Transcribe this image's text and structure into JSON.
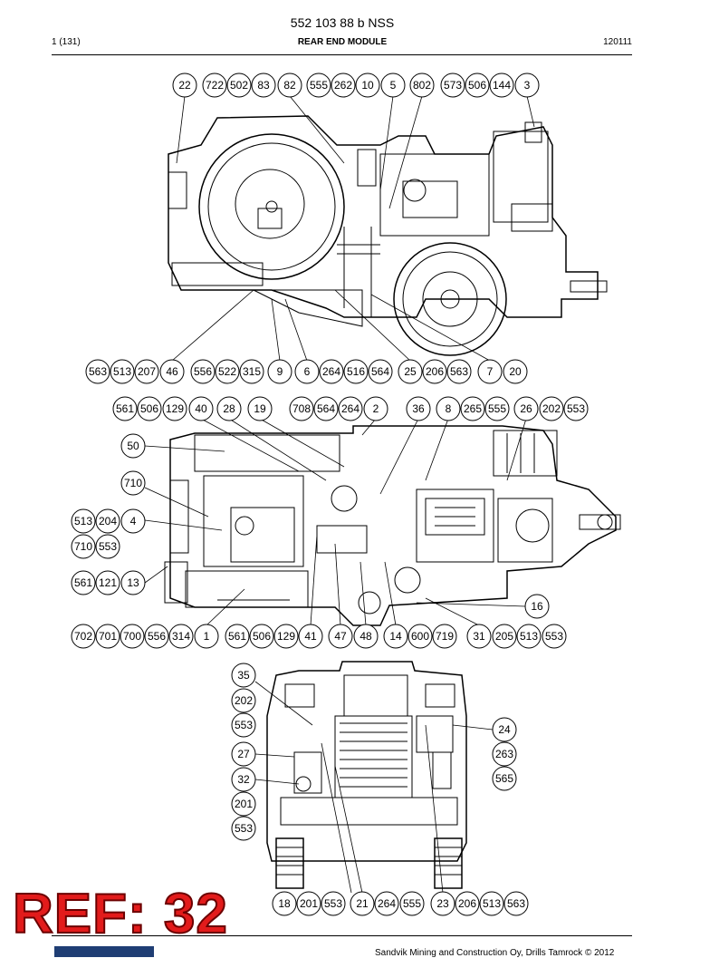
{
  "header": {
    "document_number": "552 103 88 b NSS",
    "page": "1 (131)",
    "title": "REAR END MODULE",
    "code": "120111"
  },
  "footer": {
    "copyright": "Sandvik Mining and Construction Oy, Drills Tamrock © 2012"
  },
  "stamp": {
    "text": "REF: 32",
    "color": "#e21b1b"
  },
  "views": {
    "side": {
      "top_callouts": [
        "22",
        "722",
        "502",
        "83",
        "82",
        "555",
        "262",
        "10",
        "5",
        "802",
        "573",
        "506",
        "144",
        "3"
      ],
      "bottom_callouts": [
        "563",
        "513",
        "207",
        "46",
        "556",
        "522",
        "315",
        "9",
        "6",
        "264",
        "516",
        "564",
        "25",
        "206",
        "563",
        "7",
        "20"
      ]
    },
    "top": {
      "top_callouts": [
        "561",
        "506",
        "129",
        "40",
        "28",
        "19",
        "708",
        "564",
        "264",
        "2",
        "36",
        "8",
        "265",
        "555",
        "26",
        "202",
        "553"
      ],
      "left_callouts": [
        "50",
        "710",
        "513",
        "204",
        "4",
        "710",
        "553",
        "561",
        "121",
        "13"
      ],
      "right_callouts": [
        "16"
      ],
      "bottom_callouts": [
        "702",
        "701",
        "700",
        "556",
        "314",
        "1",
        "561",
        "506",
        "129",
        "41",
        "47",
        "48",
        "14",
        "600",
        "719",
        "31",
        "205",
        "513",
        "553"
      ]
    },
    "rear": {
      "left_callouts": [
        "35",
        "202",
        "553",
        "27",
        "32",
        "201",
        "553"
      ],
      "right_callouts": [
        "24",
        "263",
        "565"
      ],
      "bottom_callouts": [
        "18",
        "201",
        "553",
        "21",
        "264",
        "555",
        "23",
        "206",
        "513",
        "563"
      ]
    }
  }
}
